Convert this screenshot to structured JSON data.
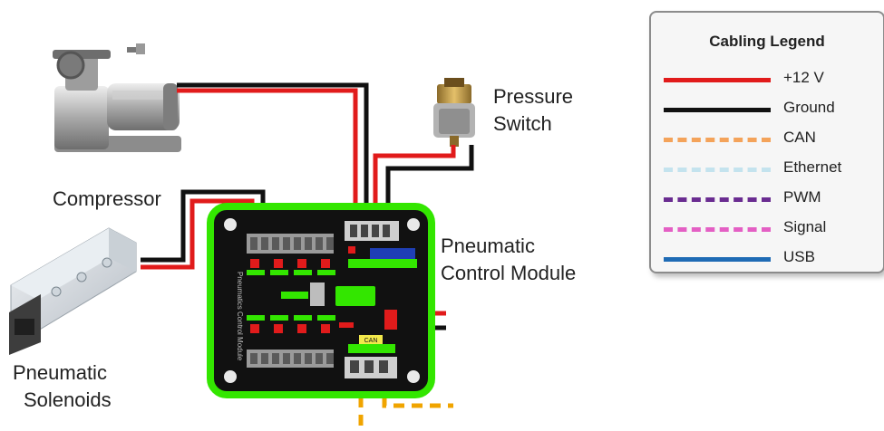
{
  "labels": {
    "compressor": "Compressor",
    "pressure_switch_line1": "Pressure",
    "pressure_switch_line2": "Switch",
    "pcm_line1": "Pneumatic",
    "pcm_line2": "Control Module",
    "solenoids_line1": "Pneumatic",
    "solenoids_line2": "Solenoids"
  },
  "board_text": {
    "side_label": "Pneumatics Control Module",
    "can_label": "CAN"
  },
  "legend": {
    "title": "Cabling Legend",
    "items": [
      {
        "label": "+12 V",
        "color": "#e11b1b",
        "style": "solid"
      },
      {
        "label": "Ground",
        "color": "#111111",
        "style": "solid"
      },
      {
        "label": "CAN",
        "color": "#f4a35a",
        "style": "dashed"
      },
      {
        "label": "Ethernet",
        "color": "#c4e3ee",
        "style": "dashed"
      },
      {
        "label": "PWM",
        "color": "#6a2c91",
        "style": "dashed"
      },
      {
        "label": "Signal",
        "color": "#e45fc4",
        "style": "dashed"
      },
      {
        "label": "USB",
        "color": "#1f6bb5",
        "style": "solid"
      }
    ]
  },
  "colors": {
    "power": "#e11b1b",
    "ground": "#111111",
    "can": "#f0a400",
    "board_glow": "#33e600",
    "board": "#111111"
  },
  "icons": [
    "compressor-icon",
    "pressure-switch-icon",
    "solenoid-valve-icon",
    "pcm-board-icon"
  ]
}
